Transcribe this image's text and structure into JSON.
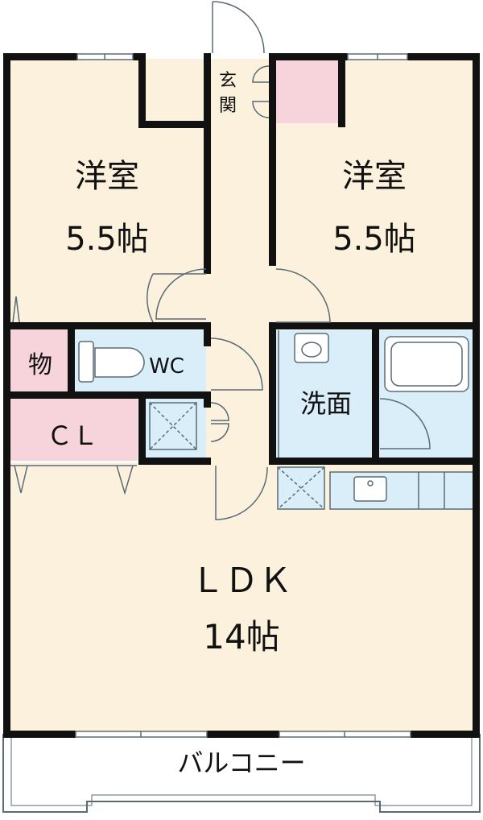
{
  "colors": {
    "wall": "#111111",
    "floor": "#fbf1dc",
    "wet": "#d9eef9",
    "storage": "#f7d3dc",
    "balcony": "#ffffff",
    "fixture": "#5a6b75"
  },
  "rooms": {
    "west_bedroom": {
      "name": "洋室",
      "size": "5.5帖"
    },
    "east_bedroom": {
      "name": "洋室",
      "size": "5.5帖"
    },
    "ldk": {
      "name": "ＬＤＫ",
      "size": "14帖"
    },
    "entrance": {
      "name_top": "玄",
      "name_bottom": "関"
    },
    "storage": {
      "name": "物"
    },
    "closet": {
      "name": "ＣＬ"
    },
    "toilet": {
      "name": "WC"
    },
    "washroom": {
      "name": "洗面"
    },
    "balcony": {
      "name": "バルコニー"
    }
  }
}
